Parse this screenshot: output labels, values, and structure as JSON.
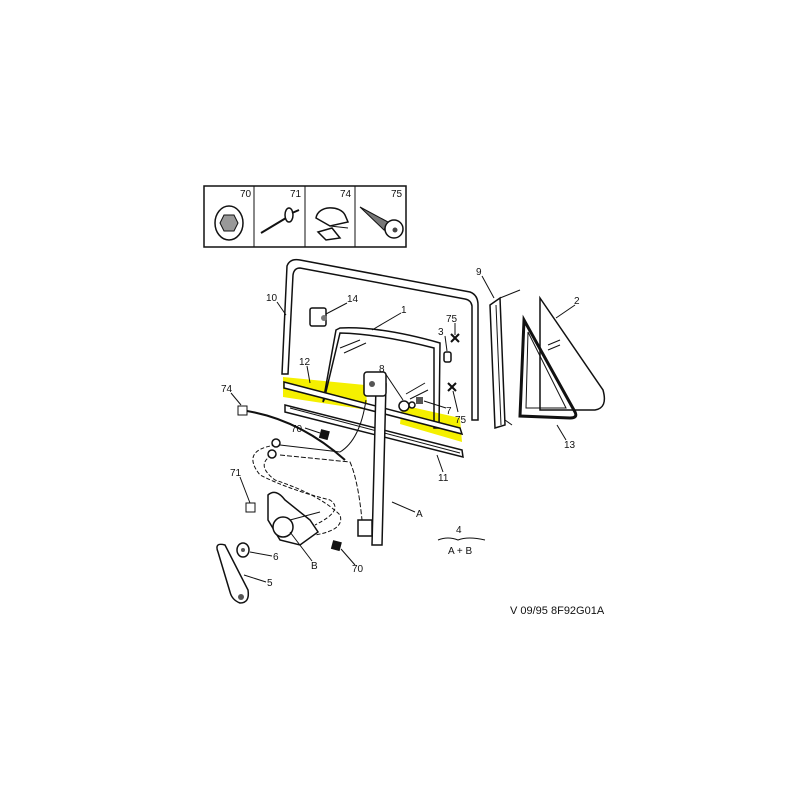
{
  "legend": [
    {
      "number": "70",
      "icon": "nut-clip"
    },
    {
      "number": "71",
      "icon": "rivet"
    },
    {
      "number": "74",
      "icon": "cable-clip"
    },
    {
      "number": "75",
      "icon": "screw"
    }
  ],
  "callouts": {
    "c1": "1",
    "c2": "2",
    "c3": "3",
    "c5": "5",
    "c6": "6",
    "c7": "7",
    "c8": "8",
    "c9": "9",
    "c10": "10",
    "c11": "11",
    "c12": "12",
    "c13": "13",
    "c14": "14",
    "c70a": "70",
    "c70b": "70",
    "c71": "71",
    "c74": "74",
    "c75a": "75",
    "c75b": "75",
    "cA": "A",
    "cB": "B"
  },
  "assembly_note": {
    "number": "4",
    "formula": "A + B"
  },
  "reference": "V 09/95 8F92G01A",
  "highlight_color": "#f5f000"
}
